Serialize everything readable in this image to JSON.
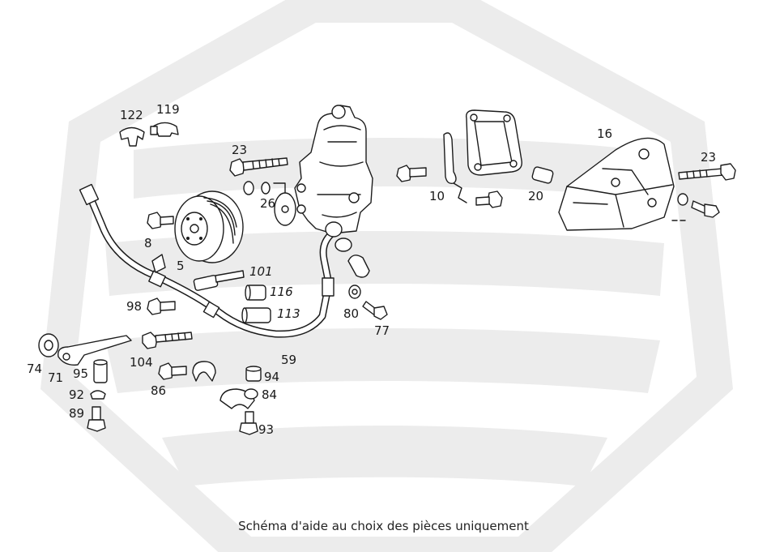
{
  "caption": "Schéma d'aide au choix des pièces uniquement",
  "labels": {
    "l122": "122",
    "l119": "119",
    "l23a": "23",
    "l16": "16",
    "l23b": "23",
    "l10": "10",
    "l20": "20",
    "l26": "26",
    "l8": "8",
    "l5": "5",
    "l101": "101",
    "l116": "116",
    "l113": "113",
    "l98": "98",
    "l80": "80",
    "l77": "77",
    "l74": "74",
    "l71": "71",
    "l95": "95",
    "l104": "104",
    "l59": "59",
    "l94": "94",
    "l86": "86",
    "l84": "84",
    "l92": "92",
    "l89": "89",
    "l93": "93"
  },
  "watermark": {
    "icon": "brand-shield-logo-watermark",
    "color": "#ececec"
  }
}
